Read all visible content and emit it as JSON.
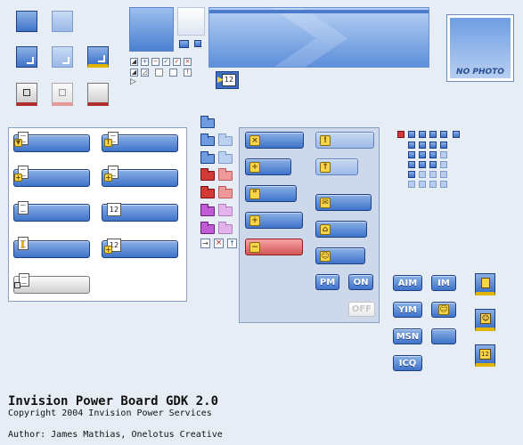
{
  "labels": {
    "no_photo": "NO PHOTO",
    "pm": "PM",
    "on": "ON",
    "off": "OFF",
    "aim": "AIM",
    "im": "IM",
    "yim": "YIM",
    "msn": "MSN",
    "icq": "ICQ",
    "num_12": "12"
  },
  "footer": {
    "title": "Invision Power Board GDK 2.0",
    "copyright": "Copyright 2004 Invision Power Services",
    "author": "Author: James Mathias, Onelotus Creative"
  },
  "colors": {
    "background": "#e7edf4",
    "blue_light": "#8bb1e6",
    "blue_dark": "#3f73c9",
    "red": "#d25656",
    "purple": "#c25cd6",
    "yellow": "#f7d54a"
  }
}
